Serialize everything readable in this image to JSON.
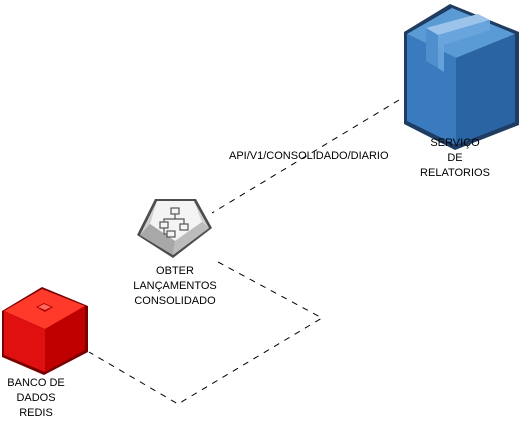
{
  "diagram": {
    "edge_label": "API/V1/CONSOLIDADO/DIARIO",
    "nodes": {
      "service": {
        "icon": "box-icon",
        "color": "#2d6fb5",
        "label_lines": [
          "SERVIÇO",
          "DE",
          "RELATORIOS"
        ]
      },
      "query": {
        "icon": "keyboard-key-icon",
        "color": "#e8e8e8",
        "label_lines": [
          "OBTER",
          "LANÇAMENTOS",
          "CONSOLIDADO"
        ]
      },
      "redis": {
        "icon": "redis-database-icon",
        "color": "#e01010",
        "label_lines": [
          "BANCO DE",
          "DADOS",
          "REDIS"
        ]
      }
    }
  }
}
